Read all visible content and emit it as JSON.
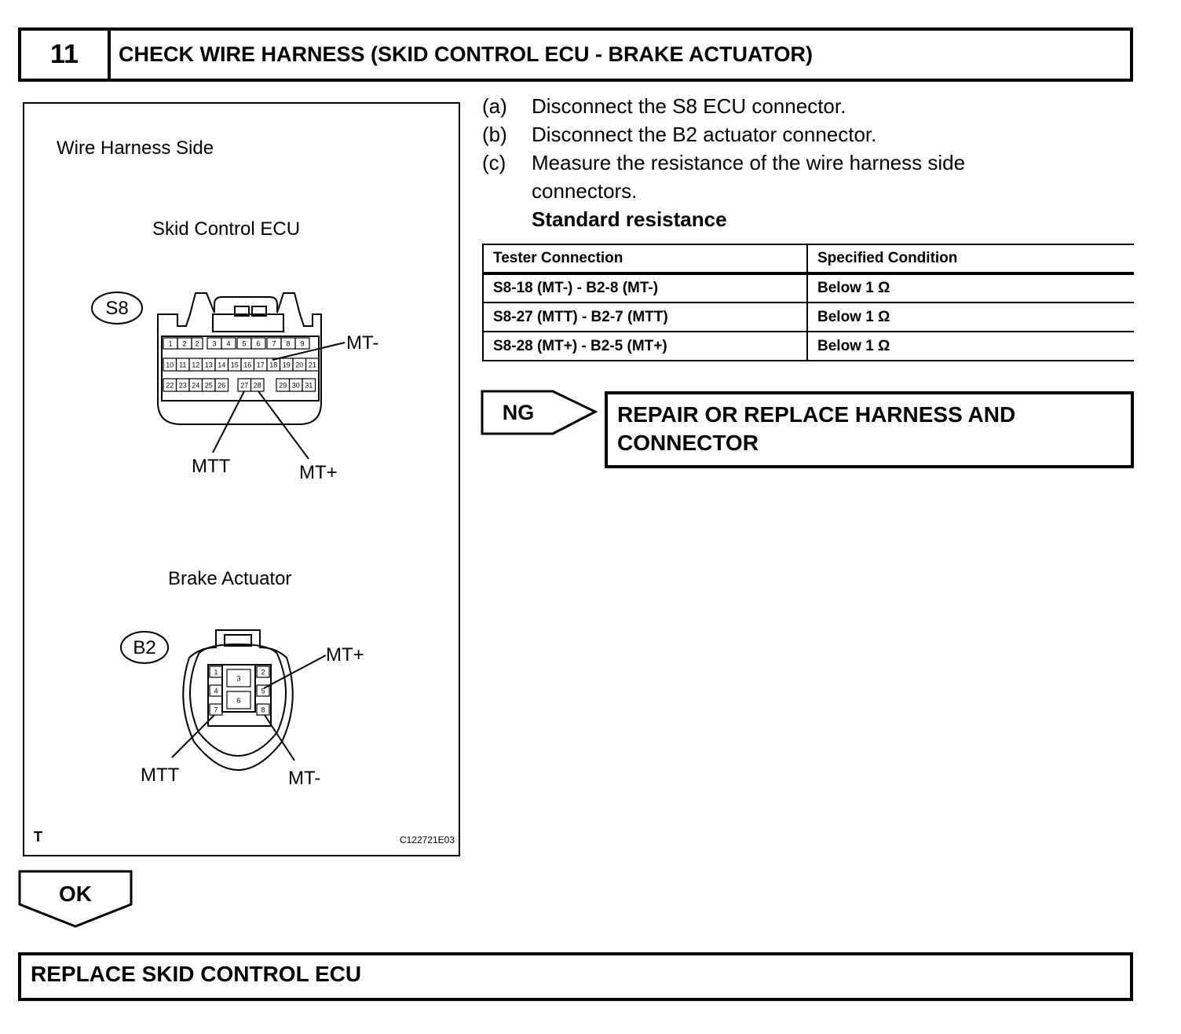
{
  "header": {
    "step_number": "11",
    "title": "CHECK WIRE HARNESS (SKID CONTROL ECU - BRAKE ACTUATOR)"
  },
  "figure": {
    "side_label": "Wire Harness Side",
    "ecu_title": "Skid Control ECU",
    "ecu_connector": "S8",
    "ecu_pins_row1": [
      "1",
      "2",
      "3",
      "4",
      "5",
      "6",
      "7",
      "8",
      "9"
    ],
    "ecu_pins_row2": [
      "10",
      "11",
      "12",
      "13",
      "14",
      "15",
      "16",
      "17",
      "18",
      "19",
      "20",
      "21"
    ],
    "ecu_pins_row3": [
      "22",
      "23",
      "24",
      "25",
      "26",
      "27",
      "28",
      "29",
      "30",
      "31"
    ],
    "ecu_callouts": {
      "mt_minus": "MT-",
      "mtt": "MTT",
      "mt_plus": "MT+"
    },
    "actuator_title": "Brake Actuator",
    "actuator_connector": "B2",
    "actuator_pins": [
      "1",
      "2",
      "3",
      "4",
      "5",
      "6",
      "7",
      "8"
    ],
    "actuator_callouts": {
      "mt_plus": "MT+",
      "mtt": "MTT",
      "mt_minus": "MT-"
    },
    "corner_mark": "T",
    "figure_code": "C122721E03"
  },
  "steps": [
    {
      "label": "(a)",
      "text": "Disconnect the S8 ECU connector."
    },
    {
      "label": "(b)",
      "text": "Disconnect the B2 actuator connector."
    },
    {
      "label": "(c)",
      "text": "Measure the resistance of the wire harness side",
      "text2": "connectors."
    }
  ],
  "standard_title": "Standard resistance",
  "table": {
    "headers": [
      "Tester Connection",
      "Specified Condition"
    ],
    "rows": [
      [
        "S8-18 (MT-) - B2-8 (MT-)",
        "Below 1 Ω"
      ],
      [
        "S8-27 (MTT) - B2-7 (MTT)",
        "Below 1 Ω"
      ],
      [
        "S8-28 (MT+) - B2-5 (MT+)",
        "Below 1 Ω"
      ]
    ]
  },
  "ng": {
    "label": "NG",
    "action_line1": "REPAIR OR REPLACE HARNESS AND",
    "action_line2": "CONNECTOR"
  },
  "ok": {
    "label": "OK"
  },
  "final_action": "REPLACE SKID CONTROL ECU"
}
